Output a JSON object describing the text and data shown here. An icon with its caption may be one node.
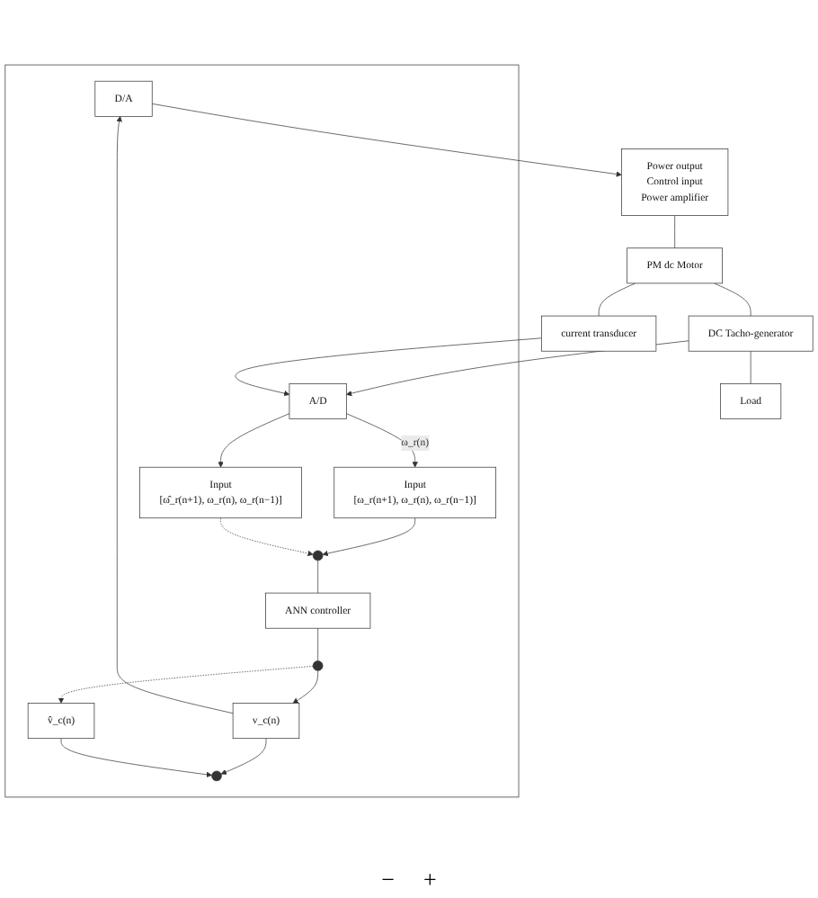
{
  "diagram": {
    "nodes": [
      {
        "text": [],
        "shape": "box"
      },
      {
        "text": [
          "Power output",
          "Control input",
          "Power amplifier"
        ]
      },
      {
        "text": [
          "PM dc Motor"
        ]
      },
      {
        "text": [
          "DC Tacho-generator"
        ]
      },
      {
        "text": [
          "Load"
        ]
      },
      {
        "text": [
          "current transducer"
        ]
      },
      {
        "text": [
          "D/A"
        ],
        "in": 0
      },
      {
        "text": [
          "A/D"
        ],
        "in": 0
      },
      {
        "text": [
          "ANN controller"
        ],
        "in": 0
      },
      {
        "text": [
          "Input",
          "[ω_r(n+1), ω_r(n), ω_r(n−1)]"
        ],
        "in": 0
      },
      {
        "text": [
          "Input",
          "[ω̂_r(n+1), ω_r(n), ω_r(n−1)]"
        ],
        "in": 0
      },
      {
        "text": [],
        "shape": "circle",
        "in": 0
      },
      {
        "text": [],
        "shape": "circle",
        "in": 0
      },
      {
        "text": [
          "v_c(n)"
        ],
        "in": 0
      },
      {
        "text": [
          "v̂_c(n)"
        ],
        "in": 0
      },
      {
        "text": [],
        "shape": "circle",
        "in": 0
      }
    ],
    "edges": [
      {
        "from": 1,
        "to": 2,
        "arrow": "none"
      },
      {
        "from": 2,
        "to": 5,
        "arrow": "none"
      },
      {
        "from": 2,
        "to": 3,
        "arrow": "none"
      },
      {
        "from": 3,
        "to": 4,
        "arrow": "none"
      },
      {
        "from": 3,
        "to": 7,
        "arrow": "to"
      },
      {
        "from": 5,
        "to": 7,
        "arrow": "to"
      },
      {
        "from": 6,
        "to": 1,
        "arrow": "to"
      },
      {
        "from": 7,
        "to": 9,
        "arrow": "to",
        "label": "ω_r(n)"
      },
      {
        "from": 7,
        "to": 10,
        "arrow": "to"
      },
      {
        "from": 9,
        "to": 15,
        "arrow": "to"
      },
      {
        "from": 10,
        "to": 15,
        "arrow": "to",
        "style": "dashed"
      },
      {
        "from": 15,
        "to": 8,
        "arrow": "none"
      },
      {
        "from": 8,
        "to": 12,
        "arrow": "none"
      },
      {
        "from": 12,
        "to": 13,
        "arrow": "to"
      },
      {
        "from": 12,
        "to": 14,
        "arrow": "to",
        "style": "dashed"
      },
      {
        "from": 13,
        "to": 11,
        "arrow": "to"
      },
      {
        "from": 14,
        "to": 11,
        "arrow": "to"
      },
      {
        "from": 13,
        "to": 6,
        "arrow": "to"
      }
    ],
    "labels": [
      "−",
      "+"
    ]
  }
}
